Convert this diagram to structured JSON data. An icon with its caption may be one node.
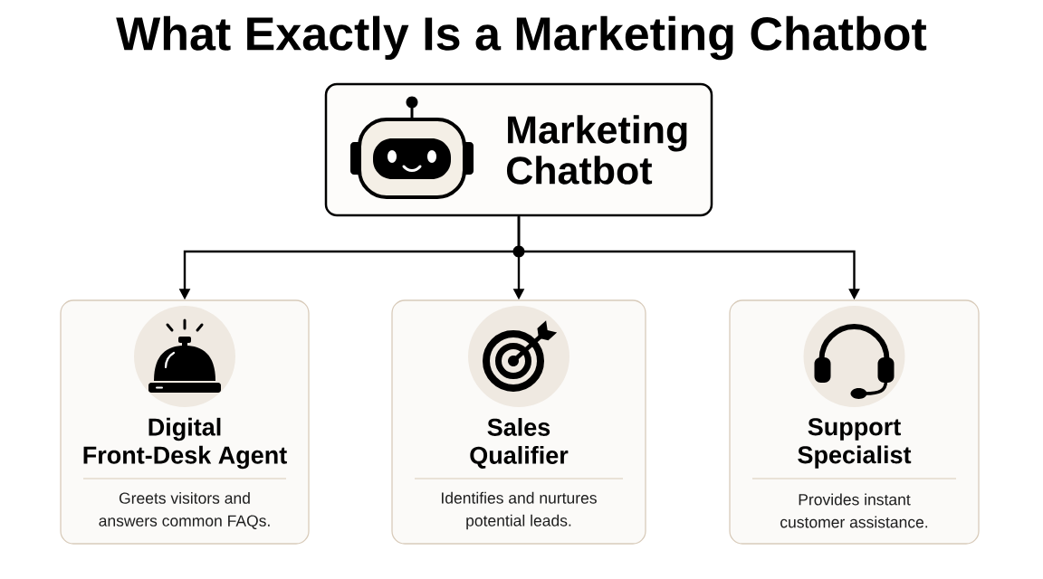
{
  "diagram": {
    "title": "What Exactly Is a Marketing Chatbot",
    "nodes": [
      {
        "text": [
          "Marketing Chatbot"
        ]
      },
      {
        "text": [
          "Digital Front-Desk Agent",
          "Greets visitors and answers common FAQs."
        ]
      },
      {
        "text": [
          "Sales Qualifier",
          "Identifies and nurtures potential leads."
        ]
      },
      {
        "text": [
          "Support Specialist",
          "Provides instant customer assistance."
        ]
      }
    ],
    "edges": [
      {
        "from": 0,
        "to": 1,
        "arrow": "to"
      },
      {
        "from": 0,
        "to": 2,
        "arrow": "to"
      },
      {
        "from": 0,
        "to": 3,
        "arrow": "to"
      }
    ]
  }
}
